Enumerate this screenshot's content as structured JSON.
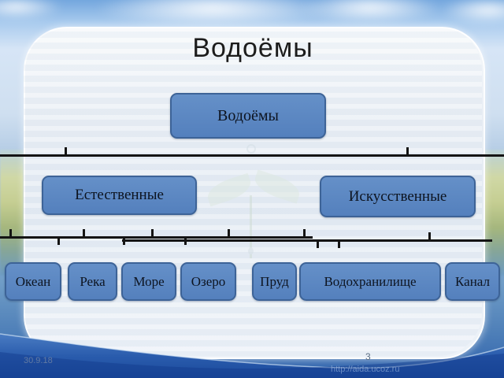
{
  "slide": {
    "title": "Водоёмы",
    "footer": {
      "date": "30.9.18",
      "page_number": "3",
      "url": "http://aida.ucoz.ru"
    }
  },
  "diagram": {
    "type": "tree",
    "root": {
      "label": "Водоёмы"
    },
    "branches": [
      {
        "label": "Естественные"
      },
      {
        "label": "Искусственные"
      }
    ],
    "leaves": [
      {
        "label": "Океан"
      },
      {
        "label": "Река"
      },
      {
        "label": "Море"
      },
      {
        "label": "Озеро"
      },
      {
        "label": "Пруд"
      },
      {
        "label": "Водохранилище"
      },
      {
        "label": "Канал"
      }
    ]
  },
  "colors": {
    "node_fill": "#5b86c2",
    "node_border": "#3d6397",
    "connector": "#141414",
    "water": "#1d4f9f",
    "sky": "#74a7de"
  }
}
